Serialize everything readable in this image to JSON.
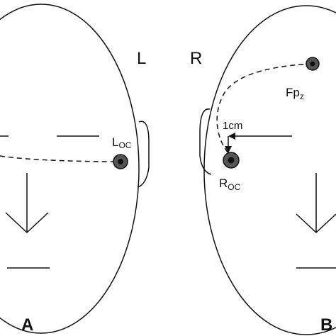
{
  "labels": {
    "left_side": "L",
    "right_side": "R",
    "left_electrode_main": "L",
    "left_electrode_sub": "OC",
    "right_electrode_main": "R",
    "right_electrode_sub": "OC",
    "fpz_main": "Fp",
    "fpz_sub": "z",
    "distance": "1cm",
    "panel_a": "A",
    "panel_b": "B"
  }
}
